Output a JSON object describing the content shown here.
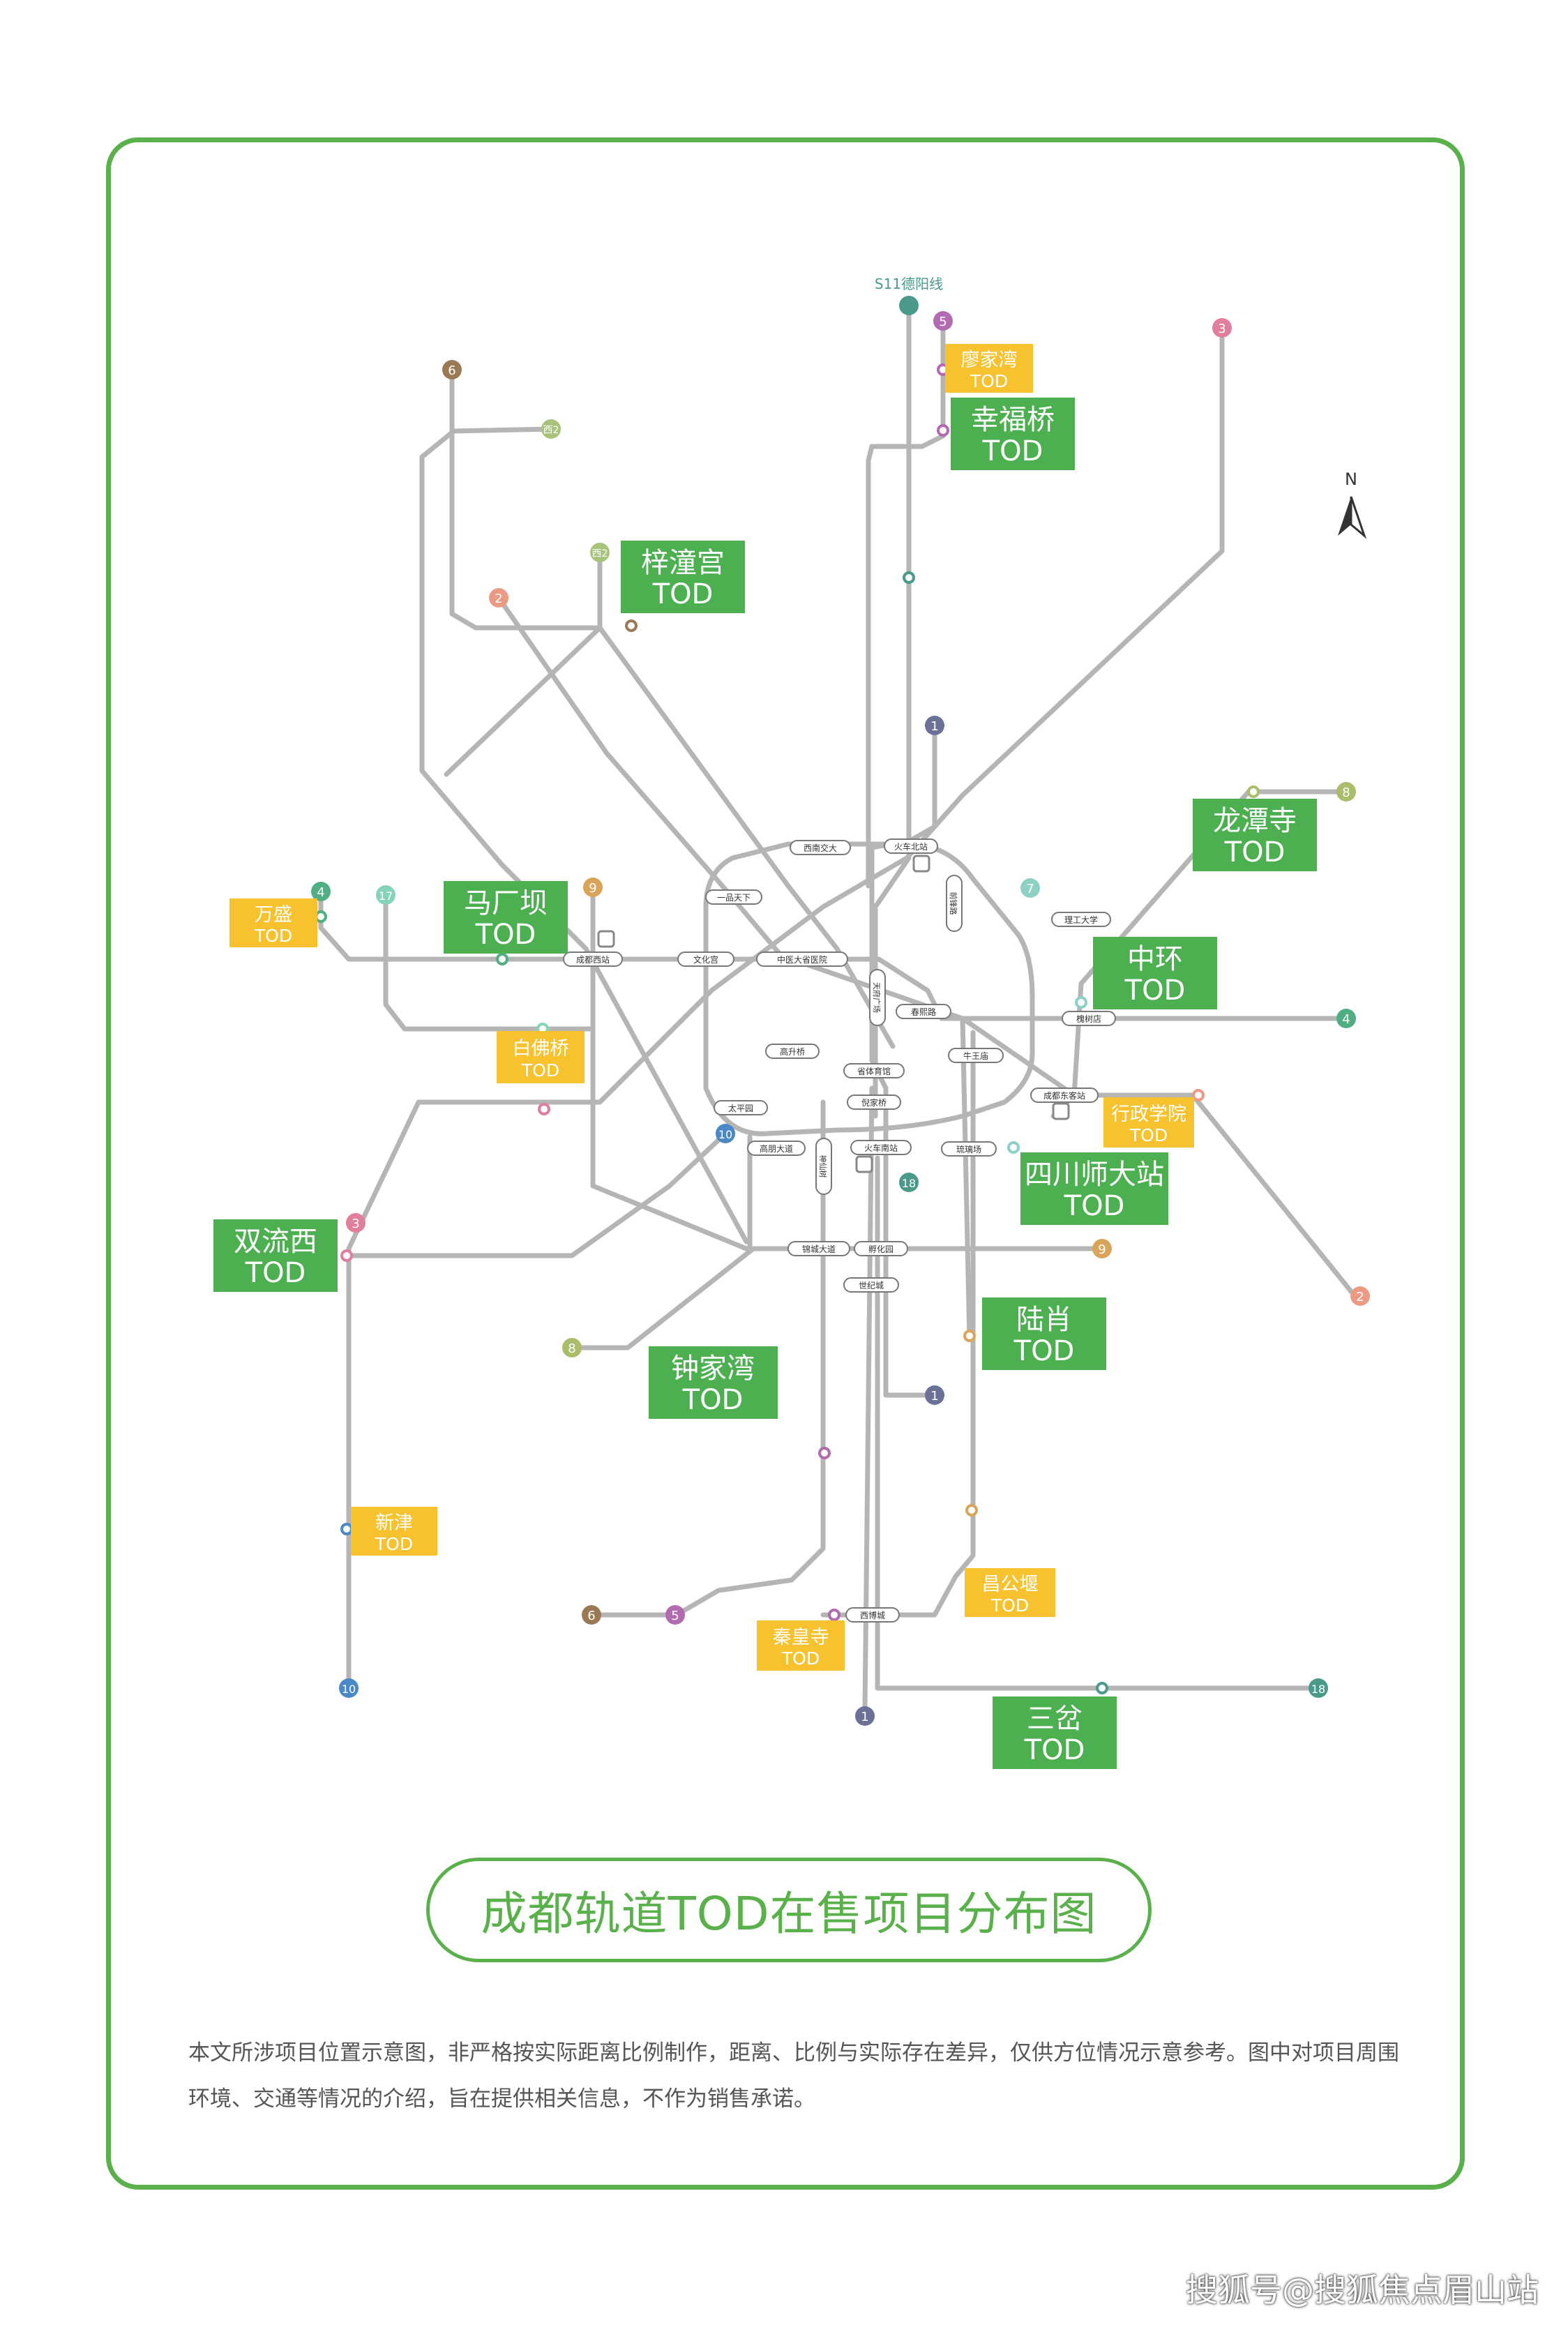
{
  "title": "成都轨道TOD在售项目分布图",
  "disclaimer": "本文所涉项目位置示意图，非严格按实际距离比例制作，距离、比例与实际存在差异，仅供方位情况示意参考。图中对项目周围环境、交通等情况的介绍，旨在提供相关信息，不作为销售承诺。",
  "watermark": "搜狐号@搜狐焦点眉山站",
  "compass": "N",
  "colors": {
    "frame": "#5ab04a",
    "tod_green": "#4caf50",
    "tod_yellow": "#f8c12e",
    "track": "#b5b5b5"
  },
  "line_badges": [
    {
      "label": "S11德阳线",
      "color": "#4a9a8c"
    },
    {
      "label": "5",
      "color": "#b26ab0"
    },
    {
      "label": "3",
      "color": "#e07e9b"
    },
    {
      "label": "6",
      "color": "#9a7a55"
    },
    {
      "label": "西2",
      "color": "#a8c47a"
    },
    {
      "label": "2",
      "color": "#ec9a84"
    },
    {
      "label": "1",
      "color": "#6a7096"
    },
    {
      "label": "8",
      "color": "#a9bd6a"
    },
    {
      "label": "4",
      "color": "#4fae82"
    },
    {
      "label": "17",
      "color": "#86d3bb"
    },
    {
      "label": "9",
      "color": "#d9a55a"
    },
    {
      "label": "7",
      "color": "#8ed0c5"
    },
    {
      "label": "10",
      "color": "#4a88c6"
    },
    {
      "label": "18",
      "color": "#4a9a8c"
    }
  ],
  "stations": [
    "西南交大",
    "火车北站",
    "一品天下",
    "前锋路",
    "理工大学",
    "成都西站",
    "文化宫",
    "中医大省医院",
    "天府广场",
    "春熙路",
    "槐树店",
    "高升桥",
    "省体育馆",
    "牛王庙",
    "成都东客站",
    "太平园",
    "倪家桥",
    "高朋大道",
    "神仙树",
    "火车南站",
    "琉璃场",
    "锦城大道",
    "孵化园",
    "世纪城",
    "西博城"
  ],
  "tod_projects": [
    {
      "name": "廖家湾",
      "tag": "TOD",
      "style": "yellow"
    },
    {
      "name": "幸福桥",
      "tag": "TOD",
      "style": "green"
    },
    {
      "name": "梓潼宫",
      "tag": "TOD",
      "style": "green"
    },
    {
      "name": "龙潭寺",
      "tag": "TOD",
      "style": "green"
    },
    {
      "name": "万盛",
      "tag": "TOD",
      "style": "yellow"
    },
    {
      "name": "马厂坝",
      "tag": "TOD",
      "style": "green"
    },
    {
      "name": "中环",
      "tag": "TOD",
      "style": "green"
    },
    {
      "name": "白佛桥",
      "tag": "TOD",
      "style": "yellow"
    },
    {
      "name": "行政学院",
      "tag": "TOD",
      "style": "yellow"
    },
    {
      "name": "四川师大站",
      "tag": "TOD",
      "style": "green"
    },
    {
      "name": "双流西",
      "tag": "TOD",
      "style": "green"
    },
    {
      "name": "陆肖",
      "tag": "TOD",
      "style": "green"
    },
    {
      "name": "钟家湾",
      "tag": "TOD",
      "style": "green"
    },
    {
      "name": "新津",
      "tag": "TOD",
      "style": "yellow"
    },
    {
      "name": "昌公堰",
      "tag": "TOD",
      "style": "yellow"
    },
    {
      "name": "秦皇寺",
      "tag": "TOD",
      "style": "yellow"
    },
    {
      "name": "三岔",
      "tag": "TOD",
      "style": "green"
    }
  ]
}
